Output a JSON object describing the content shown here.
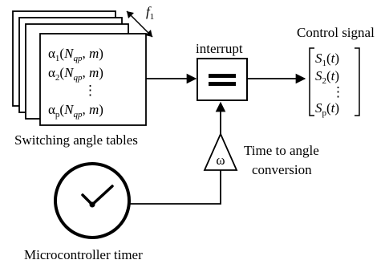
{
  "tables": {
    "freq_label": "f",
    "freq_sub": "1",
    "rows": [
      {
        "alpha_sub": "1",
        "n_sub": "qp",
        "m": "m"
      },
      {
        "alpha_sub": "2",
        "n_sub": "qp",
        "m": "m"
      },
      {
        "alpha_sub": "p",
        "n_sub": "qp",
        "m": "m"
      }
    ],
    "alpha": "α",
    "n_main": "N",
    "dots": "⋮",
    "caption": "Switching angle tables"
  },
  "interrupt": {
    "label": "interrupt",
    "symbol": "="
  },
  "output": {
    "title": "Control signal",
    "signals": [
      {
        "main": "S",
        "sub": "1",
        "arg": "t"
      },
      {
        "main": "S",
        "sub": "2",
        "arg": "t"
      },
      {
        "main": "S",
        "sub": "p",
        "arg": "t"
      }
    ],
    "dots": "⋮"
  },
  "gain": {
    "symbol": "ω",
    "label_line1": "Time to angle",
    "label_line2": "conversion"
  },
  "timer": {
    "caption": "Microcontroller timer"
  }
}
